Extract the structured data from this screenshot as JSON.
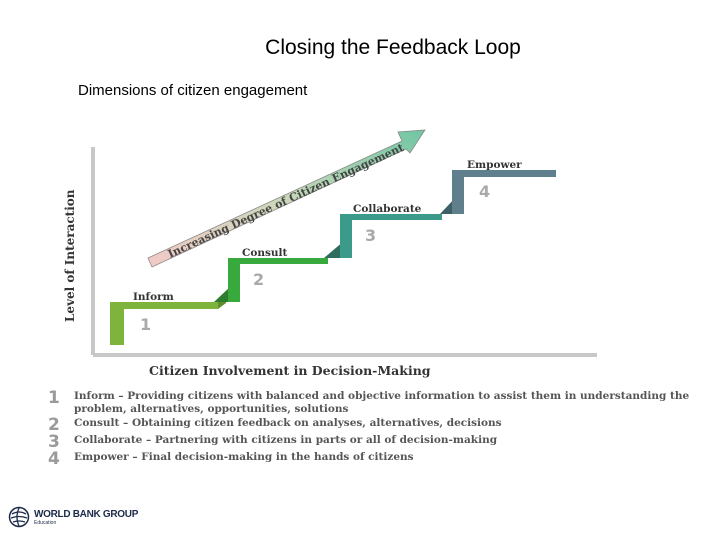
{
  "title": "Closing the Feedback Loop",
  "subtitle": "Dimensions of citizen engagement",
  "diagram": {
    "y_axis_label": "Level of Interaction",
    "x_axis_label": "Citizen Involvement in Decision-Making",
    "arrow_label": "Increasing Degree of Citizen Engagement",
    "steps": [
      {
        "label": "Inform",
        "number": "1",
        "color": "#7fb43c"
      },
      {
        "label": "Consult",
        "number": "2",
        "color": "#38a93c"
      },
      {
        "label": "Collaborate",
        "number": "3",
        "color": "#3c9a8a"
      },
      {
        "label": "Empower",
        "number": "4",
        "color": "#5f7f8c"
      }
    ]
  },
  "legend": [
    {
      "number": "1",
      "text": "Inform – Providing citizens with balanced and objective information to assist them in understanding the problem, alternatives, opportunities, solutions"
    },
    {
      "number": "2",
      "text": "Consult – Obtaining citizen feedback on analyses, alternatives, decisions"
    },
    {
      "number": "3",
      "text": "Collaborate – Partnering with citizens in parts or all of decision-making"
    },
    {
      "number": "4",
      "text": "Empower – Final decision-making in the hands of citizens"
    }
  ],
  "logo": {
    "name": "WORLD BANK GROUP",
    "sub": "Education"
  }
}
